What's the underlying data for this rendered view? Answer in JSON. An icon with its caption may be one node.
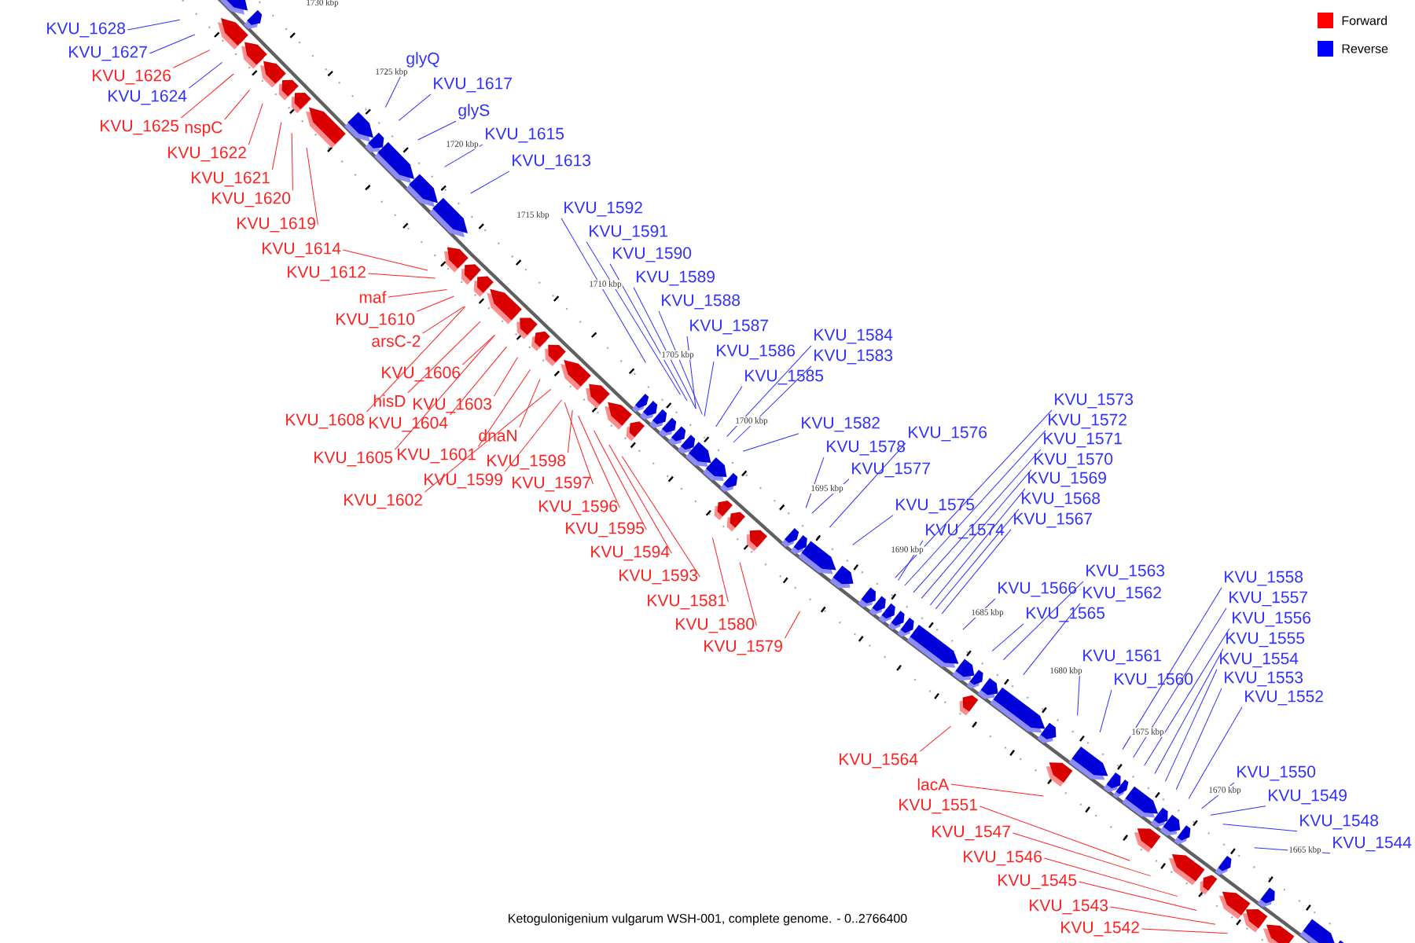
{
  "diagram": {
    "caption": "Ketogulonigenium vulgarum WSH-001, complete genome. - 0..2766400",
    "nodes": [
      {
        "text": [
          "KVU_1628"
        ]
      },
      {
        "text": [
          "KVU_1627"
        ]
      },
      {
        "text": [
          "KVU_1626"
        ]
      },
      {
        "text": [
          "glyQ"
        ]
      },
      {
        "text": [
          "KVU_1617"
        ]
      },
      {
        "text": [
          "KVU_1624"
        ]
      },
      {
        "text": [
          "glyS"
        ]
      },
      {
        "text": [
          "KVU_1625"
        ]
      },
      {
        "text": [
          "nspC"
        ]
      },
      {
        "text": [
          "KVU_1615"
        ]
      },
      {
        "text": [
          "KVU_1622"
        ]
      },
      {
        "text": [
          "KVU_1613"
        ]
      },
      {
        "text": [
          "KVU_1621"
        ]
      },
      {
        "text": [
          "KVU_1620"
        ]
      },
      {
        "text": [
          "KVU_1592"
        ]
      },
      {
        "text": [
          "KVU_1619"
        ]
      },
      {
        "text": [
          "KVU_1591"
        ]
      },
      {
        "text": [
          "KVU_1614"
        ]
      },
      {
        "text": [
          "KVU_1590"
        ]
      },
      {
        "text": [
          "KVU_1612"
        ]
      },
      {
        "text": [
          "KVU_1589"
        ]
      },
      {
        "text": [
          "maf"
        ]
      },
      {
        "text": [
          "KVU_1588"
        ]
      },
      {
        "text": [
          "KVU_1610"
        ]
      },
      {
        "text": [
          "KVU_1587"
        ]
      },
      {
        "text": [
          "KVU_1584"
        ]
      },
      {
        "text": [
          "arsC-2"
        ]
      },
      {
        "text": [
          "KVU_1583"
        ]
      },
      {
        "text": [
          "KVU_1586"
        ]
      },
      {
        "text": [
          "KVU_1606"
        ]
      },
      {
        "text": [
          "KVU_1585"
        ]
      },
      {
        "text": [
          "hisD"
        ]
      },
      {
        "text": [
          "KVU_1603"
        ]
      },
      {
        "text": [
          "KVU_1608"
        ]
      },
      {
        "text": [
          "KVU_1604"
        ]
      },
      {
        "text": [
          "KVU_1582"
        ]
      },
      {
        "text": [
          "KVU_1576"
        ]
      },
      {
        "text": [
          "dnaN"
        ]
      },
      {
        "text": [
          "KVU_1573"
        ]
      },
      {
        "text": [
          "KVU_1578"
        ]
      },
      {
        "text": [
          "KVU_1572"
        ]
      },
      {
        "text": [
          "KVU_1571"
        ]
      },
      {
        "text": [
          "KVU_1601"
        ]
      },
      {
        "text": [
          "KVU_1605"
        ]
      },
      {
        "text": [
          "KVU_1598"
        ]
      },
      {
        "text": [
          "KVU_1570"
        ]
      },
      {
        "text": [
          "KVU_1577"
        ]
      },
      {
        "text": [
          "KVU_1569"
        ]
      },
      {
        "text": [
          "KVU_1599"
        ]
      },
      {
        "text": [
          "KVU_1597"
        ]
      },
      {
        "text": [
          "KVU_1568"
        ]
      },
      {
        "text": [
          "KVU_1602"
        ]
      },
      {
        "text": [
          "KVU_1575"
        ]
      },
      {
        "text": [
          "KVU_1596"
        ]
      },
      {
        "text": [
          "KVU_1567"
        ]
      },
      {
        "text": [
          "KVU_1595"
        ]
      },
      {
        "text": [
          "KVU_1574"
        ]
      },
      {
        "text": [
          "KVU_1594"
        ]
      },
      {
        "text": [
          "KVU_1563"
        ]
      },
      {
        "text": [
          "KVU_1593"
        ]
      },
      {
        "text": [
          "KVU_1558"
        ]
      },
      {
        "text": [
          "KVU_1566"
        ]
      },
      {
        "text": [
          "KVU_1562"
        ]
      },
      {
        "text": [
          "KVU_1557"
        ]
      },
      {
        "text": [
          "KVU_1581"
        ]
      },
      {
        "text": [
          "KVU_1565"
        ]
      },
      {
        "text": [
          "KVU_1556"
        ]
      },
      {
        "text": [
          "KVU_1580"
        ]
      },
      {
        "text": [
          "KVU_1555"
        ]
      },
      {
        "text": [
          "KVU_1579"
        ]
      },
      {
        "text": [
          "KVU_1561"
        ]
      },
      {
        "text": [
          "KVU_1554"
        ]
      },
      {
        "text": [
          "KVU_1553"
        ]
      },
      {
        "text": [
          "KVU_1560"
        ]
      },
      {
        "text": [
          "KVU_1552"
        ]
      },
      {
        "text": [
          "KVU_1564"
        ]
      },
      {
        "text": [
          "KVU_1550"
        ]
      },
      {
        "text": [
          "lacA"
        ]
      },
      {
        "text": [
          "KVU_1549"
        ]
      },
      {
        "text": [
          "KVU_1551"
        ]
      },
      {
        "text": [
          "KVU_1548"
        ]
      },
      {
        "text": [
          "KVU_1547"
        ]
      },
      {
        "text": [
          "KVU_1544"
        ]
      },
      {
        "text": [
          "KVU_1546"
        ]
      },
      {
        "text": [
          "KVU_1545"
        ]
      },
      {
        "text": [
          "KVU_1543"
        ]
      },
      {
        "text": [
          "KVU_1542"
        ]
      }
    ],
    "edges": [
      {
        "from": 0,
        "to": null,
        "arrow": "none",
        "color": "#3030ff"
      },
      {
        "from": 1,
        "to": null,
        "arrow": "none",
        "color": "#3030ff"
      },
      {
        "from": 2,
        "to": null,
        "arrow": "none",
        "color": "#ff2020"
      },
      {
        "from": 3,
        "to": null,
        "arrow": "none",
        "color": "#3030ff"
      },
      {
        "from": 4,
        "to": null,
        "arrow": "none",
        "color": "#3030ff"
      },
      {
        "from": 5,
        "to": null,
        "arrow": "none",
        "color": "#3030ff"
      },
      {
        "from": 6,
        "to": null,
        "arrow": "none",
        "color": "#3030ff"
      },
      {
        "from": 7,
        "to": null,
        "arrow": "none",
        "color": "#ff2020"
      },
      {
        "from": 8,
        "to": null,
        "arrow": "none",
        "color": "#ff2020"
      },
      {
        "from": 9,
        "to": null,
        "arrow": "none",
        "color": "#3030ff"
      },
      {
        "from": 10,
        "to": null,
        "arrow": "none",
        "color": "#ff2020"
      },
      {
        "from": 11,
        "to": null,
        "arrow": "none",
        "color": "#3030ff"
      },
      {
        "from": 12,
        "to": null,
        "arrow": "none",
        "color": "#ff2020"
      },
      {
        "from": 13,
        "to": null,
        "arrow": "none",
        "color": "#ff2020"
      },
      {
        "from": 14,
        "to": null,
        "arrow": "none",
        "color": "#3030ff"
      },
      {
        "from": 15,
        "to": null,
        "arrow": "none",
        "color": "#ff2020"
      },
      {
        "from": 16,
        "to": null,
        "arrow": "none",
        "color": "#3030ff"
      },
      {
        "from": 17,
        "to": null,
        "arrow": "none",
        "color": "#ff2020"
      },
      {
        "from": 18,
        "to": null,
        "arrow": "none",
        "color": "#3030ff"
      },
      {
        "from": 19,
        "to": null,
        "arrow": "none",
        "color": "#ff2020"
      },
      {
        "from": 20,
        "to": null,
        "arrow": "none",
        "color": "#3030ff"
      },
      {
        "from": 21,
        "to": null,
        "arrow": "none",
        "color": "#ff2020"
      },
      {
        "from": 22,
        "to": null,
        "arrow": "none",
        "color": "#3030ff"
      },
      {
        "from": 23,
        "to": null,
        "arrow": "none",
        "color": "#ff2020"
      },
      {
        "from": 24,
        "to": null,
        "arrow": "none",
        "color": "#3030ff"
      },
      {
        "from": 25,
        "to": null,
        "arrow": "none",
        "color": "#3030ff"
      },
      {
        "from": 26,
        "to": null,
        "arrow": "none",
        "color": "#ff2020"
      },
      {
        "from": 27,
        "to": null,
        "arrow": "none",
        "color": "#3030ff"
      },
      {
        "from": 28,
        "to": null,
        "arrow": "none",
        "color": "#3030ff"
      },
      {
        "from": 29,
        "to": null,
        "arrow": "none",
        "color": "#ff2020"
      },
      {
        "from": 30,
        "to": null,
        "arrow": "none",
        "color": "#3030ff"
      },
      {
        "from": 31,
        "to": null,
        "arrow": "none",
        "color": "#ff2020"
      },
      {
        "from": 32,
        "to": null,
        "arrow": "none",
        "color": "#ff2020"
      },
      {
        "from": 33,
        "to": null,
        "arrow": "none",
        "color": "#ff2020"
      },
      {
        "from": 34,
        "to": null,
        "arrow": "none",
        "color": "#ff2020"
      },
      {
        "from": 35,
        "to": null,
        "arrow": "none",
        "color": "#3030ff"
      },
      {
        "from": 36,
        "to": null,
        "arrow": "none",
        "color": "#3030ff"
      },
      {
        "from": 37,
        "to": null,
        "arrow": "none",
        "color": "#ff2020"
      },
      {
        "from": 38,
        "to": null,
        "arrow": "none",
        "color": "#3030ff"
      },
      {
        "from": 39,
        "to": null,
        "arrow": "none",
        "color": "#3030ff"
      },
      {
        "from": 40,
        "to": null,
        "arrow": "none",
        "color": "#3030ff"
      },
      {
        "from": 41,
        "to": null,
        "arrow": "none",
        "color": "#3030ff"
      },
      {
        "from": 42,
        "to": null,
        "arrow": "none",
        "color": "#ff2020"
      },
      {
        "from": 43,
        "to": null,
        "arrow": "none",
        "color": "#ff2020"
      },
      {
        "from": 44,
        "to": null,
        "arrow": "none",
        "color": "#ff2020"
      },
      {
        "from": 45,
        "to": null,
        "arrow": "none",
        "color": "#3030ff"
      },
      {
        "from": 46,
        "to": null,
        "arrow": "none",
        "color": "#3030ff"
      },
      {
        "from": 47,
        "to": null,
        "arrow": "none",
        "color": "#3030ff"
      },
      {
        "from": 48,
        "to": null,
        "arrow": "none",
        "color": "#ff2020"
      },
      {
        "from": 49,
        "to": null,
        "arrow": "none",
        "color": "#ff2020"
      },
      {
        "from": 50,
        "to": null,
        "arrow": "none",
        "color": "#3030ff"
      },
      {
        "from": 51,
        "to": null,
        "arrow": "none",
        "color": "#ff2020"
      },
      {
        "from": 52,
        "to": null,
        "arrow": "none",
        "color": "#3030ff"
      },
      {
        "from": 53,
        "to": null,
        "arrow": "none",
        "color": "#ff2020"
      },
      {
        "from": 54,
        "to": null,
        "arrow": "none",
        "color": "#3030ff"
      },
      {
        "from": 55,
        "to": null,
        "arrow": "none",
        "color": "#ff2020"
      },
      {
        "from": 56,
        "to": null,
        "arrow": "none",
        "color": "#3030ff"
      },
      {
        "from": 57,
        "to": null,
        "arrow": "none",
        "color": "#ff2020"
      },
      {
        "from": 58,
        "to": null,
        "arrow": "none",
        "color": "#3030ff"
      },
      {
        "from": 59,
        "to": null,
        "arrow": "none",
        "color": "#ff2020"
      },
      {
        "from": 60,
        "to": null,
        "arrow": "none",
        "color": "#3030ff"
      },
      {
        "from": 61,
        "to": null,
        "arrow": "none",
        "color": "#3030ff"
      },
      {
        "from": 62,
        "to": null,
        "arrow": "none",
        "color": "#3030ff"
      },
      {
        "from": 63,
        "to": null,
        "arrow": "none",
        "color": "#3030ff"
      },
      {
        "from": 64,
        "to": null,
        "arrow": "none",
        "color": "#ff2020"
      },
      {
        "from": 65,
        "to": null,
        "arrow": "none",
        "color": "#3030ff"
      },
      {
        "from": 66,
        "to": null,
        "arrow": "none",
        "color": "#3030ff"
      },
      {
        "from": 67,
        "to": null,
        "arrow": "none",
        "color": "#ff2020"
      },
      {
        "from": 68,
        "to": null,
        "arrow": "none",
        "color": "#3030ff"
      },
      {
        "from": 69,
        "to": null,
        "arrow": "none",
        "color": "#ff2020"
      },
      {
        "from": 70,
        "to": null,
        "arrow": "none",
        "color": "#3030ff"
      },
      {
        "from": 71,
        "to": null,
        "arrow": "none",
        "color": "#3030ff"
      },
      {
        "from": 72,
        "to": null,
        "arrow": "none",
        "color": "#3030ff"
      },
      {
        "from": 73,
        "to": null,
        "arrow": "none",
        "color": "#3030ff"
      },
      {
        "from": 74,
        "to": null,
        "arrow": "none",
        "color": "#3030ff"
      },
      {
        "from": 75,
        "to": null,
        "arrow": "none",
        "color": "#ff2020"
      },
      {
        "from": 76,
        "to": null,
        "arrow": "none",
        "color": "#3030ff"
      },
      {
        "from": 77,
        "to": null,
        "arrow": "none",
        "color": "#ff2020"
      },
      {
        "from": 78,
        "to": null,
        "arrow": "none",
        "color": "#3030ff"
      },
      {
        "from": 79,
        "to": null,
        "arrow": "none",
        "color": "#ff2020"
      },
      {
        "from": 80,
        "to": null,
        "arrow": "none",
        "color": "#3030ff"
      },
      {
        "from": 81,
        "to": null,
        "arrow": "none",
        "color": "#ff2020"
      },
      {
        "from": 82,
        "to": null,
        "arrow": "none",
        "color": "#3030ff"
      },
      {
        "from": 83,
        "to": null,
        "arrow": "none",
        "color": "#ff2020"
      },
      {
        "from": 84,
        "to": null,
        "arrow": "none",
        "color": "#ff2020"
      },
      {
        "from": 85,
        "to": null,
        "arrow": "none",
        "color": "#ff2020"
      },
      {
        "from": 86,
        "to": null,
        "arrow": "none",
        "color": "#ff2020"
      }
    ],
    "labels": [
      "1730 kbp",
      "1725 kbp",
      "1720 kbp",
      "1715 kbp",
      "1710 kbp",
      "1705 kbp",
      "1700 kbp",
      "1695 kbp",
      "1690 kbp",
      "1685 kbp",
      "1680 kbp",
      "1675 kbp",
      "1670 kbp",
      "1665 kbp"
    ],
    "legend": [
      {
        "text": "Forward",
        "color": "#ff0000"
      },
      {
        "text": "Reverse",
        "color": "#0000ff"
      }
    ]
  }
}
